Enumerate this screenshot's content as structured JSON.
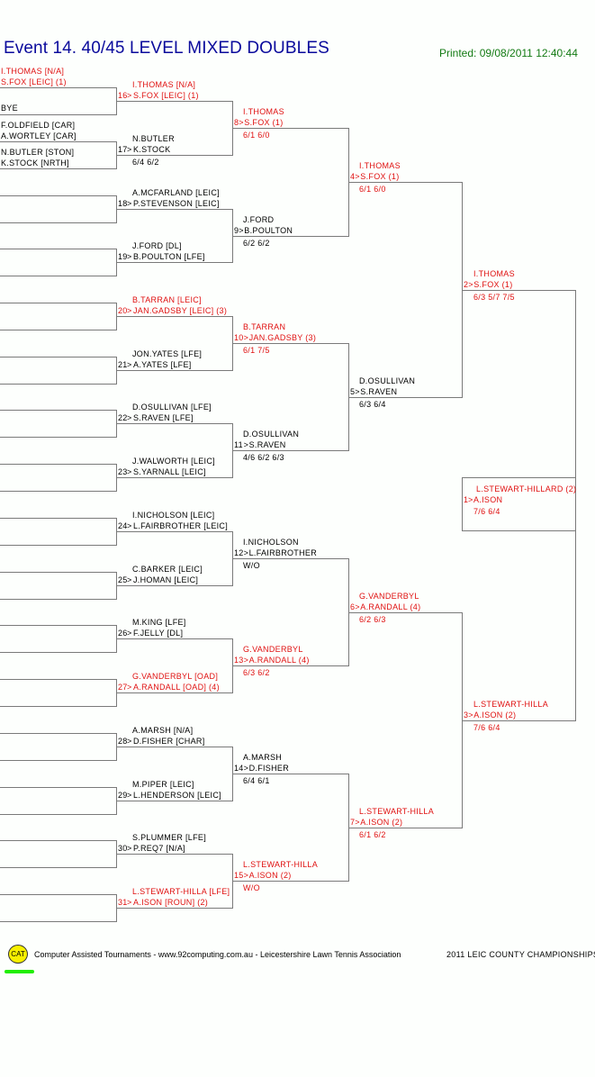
{
  "header": {
    "title": "Event 14. 40/45 LEVEL MIXED DOUBLES",
    "printed": "Printed: 09/08/2011 12:40:44"
  },
  "colors": {
    "title": "#0a0a9c",
    "printed": "#137a13",
    "seeded_text": "#e01010",
    "normal_text": "#000000",
    "lines": "#7a7a7a"
  },
  "round1": [
    {
      "top": "I.THOMAS [N/A]",
      "bottom": "S.FOX [LEIC] (1)",
      "seeded": true
    },
    {
      "top": "",
      "bottom": "BYE",
      "seeded": false
    },
    {
      "top": "F.OLDFIELD [CAR]",
      "bottom": "A.WORTLEY [CAR]",
      "seeded": false
    },
    {
      "top": "N.BUTLER [STON]",
      "bottom": "K.STOCK [NRTH]",
      "seeded": false
    }
  ],
  "round2": [
    {
      "num": "16",
      "p1": "I.THOMAS [N/A]",
      "p2": "S.FOX [LEIC] (1)",
      "score": "",
      "seeded": true
    },
    {
      "num": "17",
      "p1": "N.BUTLER",
      "p2": "K.STOCK",
      "score": "6/4 6/2",
      "seeded": false
    },
    {
      "num": "18",
      "p1": "A.MCFARLAND [LEIC]",
      "p2": "P.STEVENSON [LEIC]",
      "score": "",
      "seeded": false
    },
    {
      "num": "19",
      "p1": "J.FORD [DL]",
      "p2": "B.POULTON [LFE]",
      "score": "",
      "seeded": false
    },
    {
      "num": "20",
      "p1": "B.TARRAN [LEIC]",
      "p2": "JAN.GADSBY [LEIC] (3)",
      "score": "",
      "seeded": true
    },
    {
      "num": "21",
      "p1": "JON.YATES [LFE]",
      "p2": "A.YATES [LFE]",
      "score": "",
      "seeded": false
    },
    {
      "num": "22",
      "p1": "D.OSULLIVAN [LFE]",
      "p2": "S.RAVEN [LFE]",
      "score": "",
      "seeded": false
    },
    {
      "num": "23",
      "p1": "J.WALWORTH [LEIC]",
      "p2": "S.YARNALL [LEIC]",
      "score": "",
      "seeded": false
    },
    {
      "num": "24",
      "p1": "I.NICHOLSON [LEIC]",
      "p2": "L.FAIRBROTHER [LEIC]",
      "score": "",
      "seeded": false
    },
    {
      "num": "25",
      "p1": "C.BARKER [LEIC]",
      "p2": "J.HOMAN [LEIC]",
      "score": "",
      "seeded": false
    },
    {
      "num": "26",
      "p1": "M.KING [LFE]",
      "p2": "F.JELLY [DL]",
      "score": "",
      "seeded": false
    },
    {
      "num": "27",
      "p1": "G.VANDERBYL [OAD]",
      "p2": "A.RANDALL [OAD] (4)",
      "score": "",
      "seeded": true
    },
    {
      "num": "28",
      "p1": "A.MARSH [N/A]",
      "p2": "D.FISHER [CHAR]",
      "score": "",
      "seeded": false
    },
    {
      "num": "29",
      "p1": "M.PIPER [LEIC]",
      "p2": "L.HENDERSON [LEIC]",
      "score": "",
      "seeded": false
    },
    {
      "num": "30",
      "p1": "S.PLUMMER [LFE]",
      "p2": "P.REQ7 [N/A]",
      "score": "",
      "seeded": false
    },
    {
      "num": "31",
      "p1": "L.STEWART-HILLA [LFE]",
      "p2": "A.ISON [ROUN] (2)",
      "score": "",
      "seeded": true
    }
  ],
  "round3": [
    {
      "num": "8",
      "p1": "I.THOMAS",
      "p2": "S.FOX (1)",
      "score": "6/1 6/0",
      "seeded": true
    },
    {
      "num": "9",
      "p1": "J.FORD",
      "p2": "B.POULTON",
      "score": "6/2 6/2",
      "seeded": false
    },
    {
      "num": "10",
      "p1": "B.TARRAN",
      "p2": "JAN.GADSBY (3)",
      "score": "6/1 7/5",
      "seeded": true
    },
    {
      "num": "11",
      "p1": "D.OSULLIVAN",
      "p2": "S.RAVEN",
      "score": "4/6 6/2 6/3",
      "seeded": false
    },
    {
      "num": "12",
      "p1": "I.NICHOLSON",
      "p2": "L.FAIRBROTHER",
      "score": "W/O",
      "seeded": false
    },
    {
      "num": "13",
      "p1": "G.VANDERBYL",
      "p2": "A.RANDALL (4)",
      "score": "6/3 6/2",
      "seeded": true
    },
    {
      "num": "14",
      "p1": "A.MARSH",
      "p2": "D.FISHER",
      "score": "6/4 6/1",
      "seeded": false
    },
    {
      "num": "15",
      "p1": "L.STEWART-HILLA",
      "p2": "A.ISON (2)",
      "score": "W/O",
      "seeded": true
    }
  ],
  "round4": [
    {
      "num": "4",
      "p1": "I.THOMAS",
      "p2": "S.FOX (1)",
      "score": "6/1 6/0",
      "seeded": true
    },
    {
      "num": "5",
      "p1": "D.OSULLIVAN",
      "p2": "S.RAVEN",
      "score": "6/3 6/4",
      "seeded": false
    },
    {
      "num": "6",
      "p1": "G.VANDERBYL",
      "p2": "A.RANDALL (4)",
      "score": "6/2 6/3",
      "seeded": true
    },
    {
      "num": "7",
      "p1": "L.STEWART-HILLA",
      "p2": "A.ISON (2)",
      "score": "6/1 6/2",
      "seeded": true
    }
  ],
  "round5": [
    {
      "num": "2",
      "p1": "I.THOMAS",
      "p2": "S.FOX (1)",
      "score": "6/3 5/7 7/5",
      "seeded": true
    },
    {
      "num": "3",
      "p1": "L.STEWART-HILLA",
      "p2": "A.ISON (2)",
      "score": "7/6 6/4",
      "seeded": true
    }
  ],
  "final": {
    "num": "1",
    "p1": "L.STEWART-HILLARD (2)",
    "p2": "A.ISON",
    "score": "7/6 6/4",
    "seeded": true
  },
  "footer": {
    "logo": "CAT",
    "text": "Computer Assisted Tournaments - www.92computing.com.au -  Leicestershire Lawn Tennis Association",
    "right": "2011 LEIC COUNTY CHAMPIONSHIPS"
  }
}
